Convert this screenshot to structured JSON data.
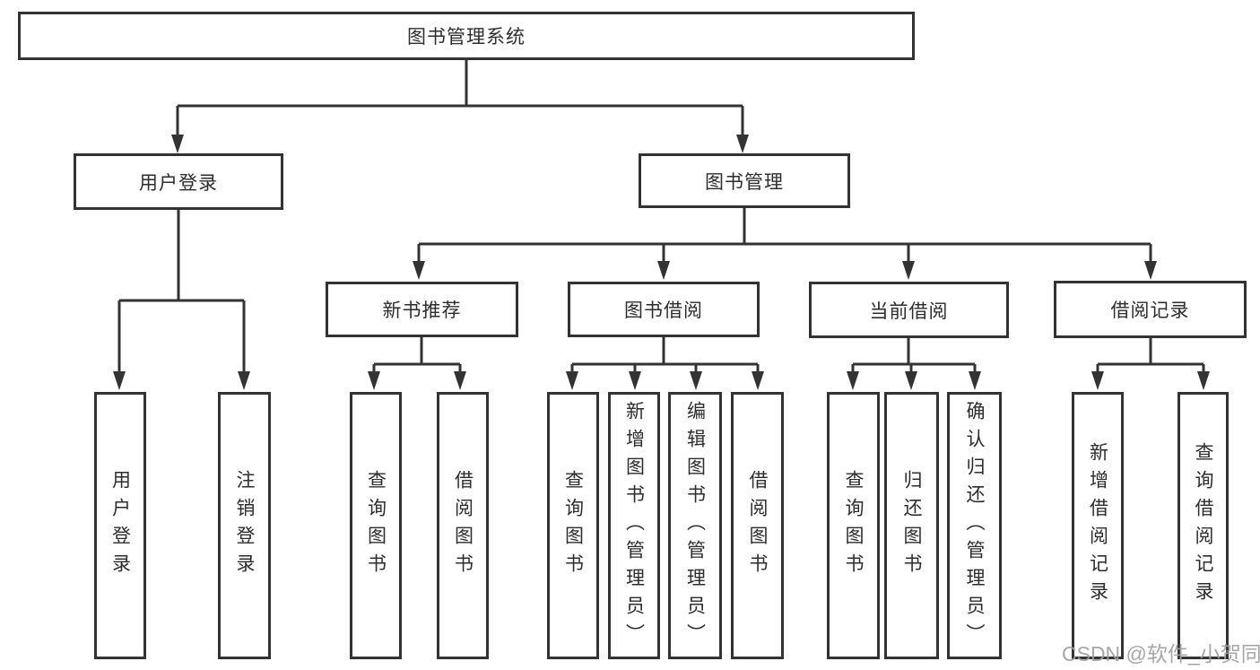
{
  "diagram": {
    "type": "hierarchy-tree",
    "root": {
      "label": "图书管理系统",
      "children": [
        {
          "label": "用户登录",
          "children": [
            {
              "label": "用户登录"
            },
            {
              "label": "注销登录"
            }
          ]
        },
        {
          "label": "图书管理",
          "children": [
            {
              "label": "新书推荐",
              "children": [
                {
                  "label": "查询图书"
                },
                {
                  "label": "借阅图书"
                }
              ]
            },
            {
              "label": "图书借阅",
              "children": [
                {
                  "label": "查询图书"
                },
                {
                  "label": "新增图书（管理员）"
                },
                {
                  "label": "编辑图书（管理员）"
                },
                {
                  "label": "借阅图书"
                }
              ]
            },
            {
              "label": "当前借阅",
              "children": [
                {
                  "label": "查询图书"
                },
                {
                  "label": "归还图书"
                },
                {
                  "label": "确认归还（管理员）"
                }
              ]
            },
            {
              "label": "借阅记录",
              "children": [
                {
                  "label": "新增借阅记录"
                },
                {
                  "label": "查询借阅记录"
                }
              ]
            }
          ]
        }
      ]
    }
  },
  "watermark": {
    "text": "CSDN @软件_小贺同学"
  },
  "colors": {
    "line": "#333333",
    "text": "#2d2d2d",
    "background": "#ffffff",
    "watermark": "#a0a0a0"
  }
}
